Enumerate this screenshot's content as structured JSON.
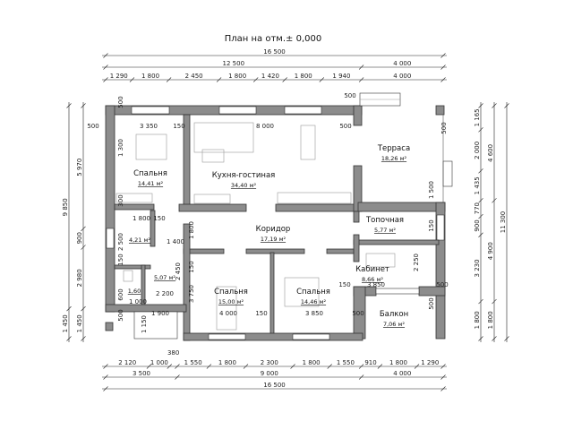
{
  "title": "План на отм.± 0,000",
  "dims": {
    "top": [
      [
        "16 500"
      ],
      [
        "12 500",
        "4 000"
      ],
      [
        "1 290",
        "1 800",
        "2 450",
        "1 800",
        "1 420",
        "1 800",
        "1 940",
        "4 000"
      ]
    ],
    "bottom": [
      [
        "2 120",
        "1 000",
        "380",
        "1 550",
        "1 800",
        "2 300",
        "1 800",
        "1 550",
        "910",
        "1 800",
        "1 290"
      ],
      [
        "3 500",
        "9 000",
        "4 000"
      ],
      [
        "16 500"
      ]
    ],
    "right": [
      [
        "1 165",
        "2 000",
        "1 435",
        "770",
        "900",
        "3 230",
        "1 800"
      ],
      [
        "4 600",
        "4 900",
        "1 800"
      ],
      [
        "11 300"
      ]
    ],
    "left": [
      [
        "9 850",
        "1 450"
      ],
      [
        "5 970",
        "900",
        "2 980",
        "1 450"
      ]
    ]
  },
  "rooms": [
    {
      "name": "Спальня",
      "area": "14,41 м²"
    },
    {
      "name": "Кухня-гостиная",
      "area": "34,40 м²"
    },
    {
      "name": "Терраса",
      "area": "18,26 м²"
    },
    {
      "name": "Топочная",
      "area": "5,77 м²"
    },
    {
      "name": "Коридор",
      "area": "17,19 м²"
    },
    {
      "name": "Кабинет",
      "area": "8,66 м²"
    },
    {
      "name": "Спальня",
      "area": "15,00 м²"
    },
    {
      "name": "Спальня",
      "area": "14,46 м²"
    },
    {
      "name": "Балкон",
      "area": "7,06 м²"
    }
  ],
  "small_areas": [
    "4,21 м²",
    "5,07 м²",
    "1,60"
  ],
  "interior_dims": [
    "500",
    "3 350",
    "150",
    "8 000",
    "500",
    "500",
    "1 300",
    "300",
    "1 800",
    "150",
    "2 500",
    "1 400",
    "150",
    "1 800",
    "2 450",
    "600",
    "1 000",
    "2 200",
    "1 900",
    "1 150",
    "500",
    "150",
    "3 750",
    "4 000",
    "150",
    "3 850",
    "150",
    "500",
    "500",
    "1 500",
    "150",
    "2 250",
    "3 850",
    "500",
    "500",
    "500"
  ]
}
